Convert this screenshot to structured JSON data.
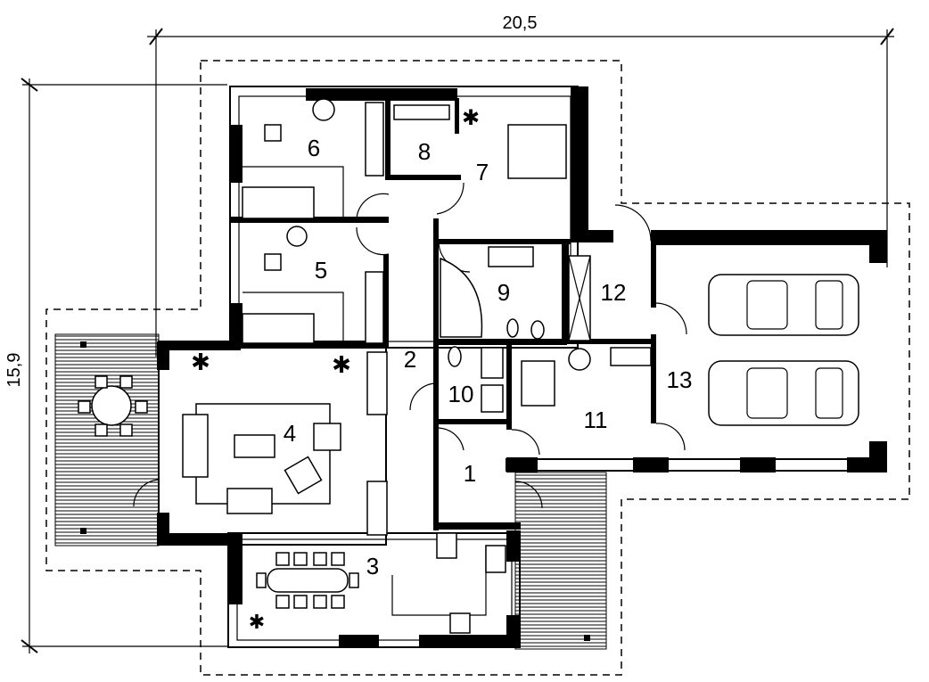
{
  "dimensions": {
    "width": "20,5",
    "depth": "15,9"
  },
  "rooms": [
    {
      "number": "1"
    },
    {
      "number": "2"
    },
    {
      "number": "3"
    },
    {
      "number": "4"
    },
    {
      "number": "5"
    },
    {
      "number": "6"
    },
    {
      "number": "7"
    },
    {
      "number": "8"
    },
    {
      "number": "9"
    },
    {
      "number": "10"
    },
    {
      "number": "11"
    },
    {
      "number": "12"
    },
    {
      "number": "13"
    }
  ]
}
